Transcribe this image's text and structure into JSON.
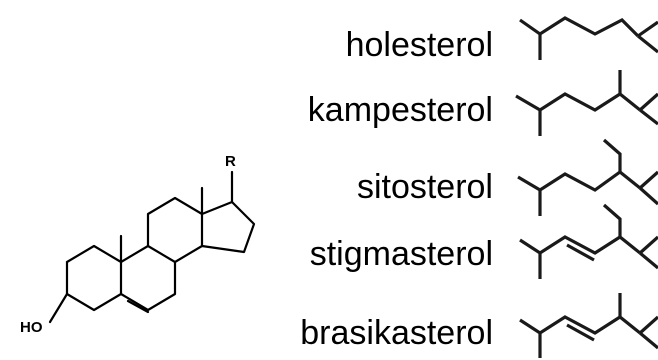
{
  "core": {
    "r_group_label": "R",
    "hydroxyl_label": "HO"
  },
  "compounds": [
    {
      "name": "holesterol"
    },
    {
      "name": "kampesterol"
    },
    {
      "name": "sitosterol"
    },
    {
      "name": "stigmasterol"
    },
    {
      "name": "brasikasterol"
    }
  ],
  "colors": {
    "ink": "#000000",
    "background": "#ffffff"
  }
}
